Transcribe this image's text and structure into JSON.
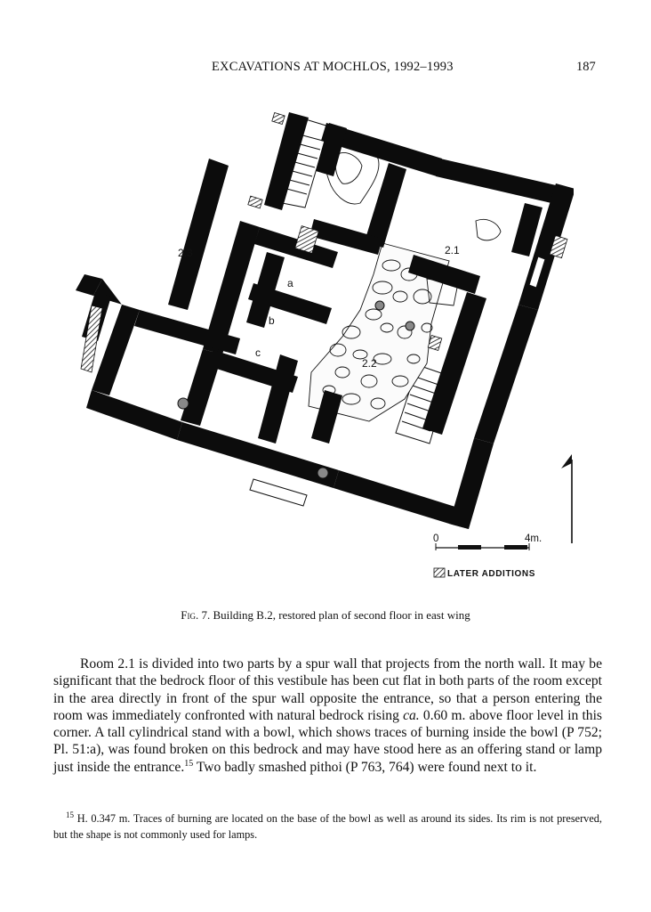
{
  "header": {
    "running_title": "EXCAVATIONS AT MOCHLOS, 1992–1993",
    "page_number": "187"
  },
  "figure": {
    "room_labels": {
      "room_2_1": "2.1",
      "room_2_2": "2.2",
      "room_2_3": "2.3",
      "room_a": "a",
      "room_b": "b",
      "room_c": "c"
    },
    "scale": {
      "start": "0",
      "end": "4m."
    },
    "legend": "LATER ADDITIONS",
    "caption_label": "Fig. 7.",
    "caption_text": "Building B.2, restored plan of second floor in east wing"
  },
  "body": {
    "paragraph_1": "Room 2.1 is divided into two parts by a spur wall that projects from the north wall. It may be significant that the bedrock floor of this vestibule has been cut flat in both parts of the room except in the area directly in front of the spur wall opposite the entrance, so that a person entering the room was immediately confronted with natural bedrock rising ",
    "paragraph_1_italic": "ca.",
    "paragraph_1_rest": " 0.60 m. above floor level in this corner. A tall cylindrical stand with a bowl, which shows traces of burning inside the bowl (P 752; Pl. 51:a), was found broken on this bedrock and may have stood here as an offering stand or lamp just inside the entrance.",
    "footnote_ref": "15",
    "paragraph_1_end": " Two badly smashed pithoi (P 763, 764) were found next to it."
  },
  "footnote": {
    "number": "15",
    "text": "H. 0.347 m. Traces of burning are located on the base of the bowl as well as around its sides. Its rim is not preserved, but the shape is not commonly used for lamps."
  }
}
